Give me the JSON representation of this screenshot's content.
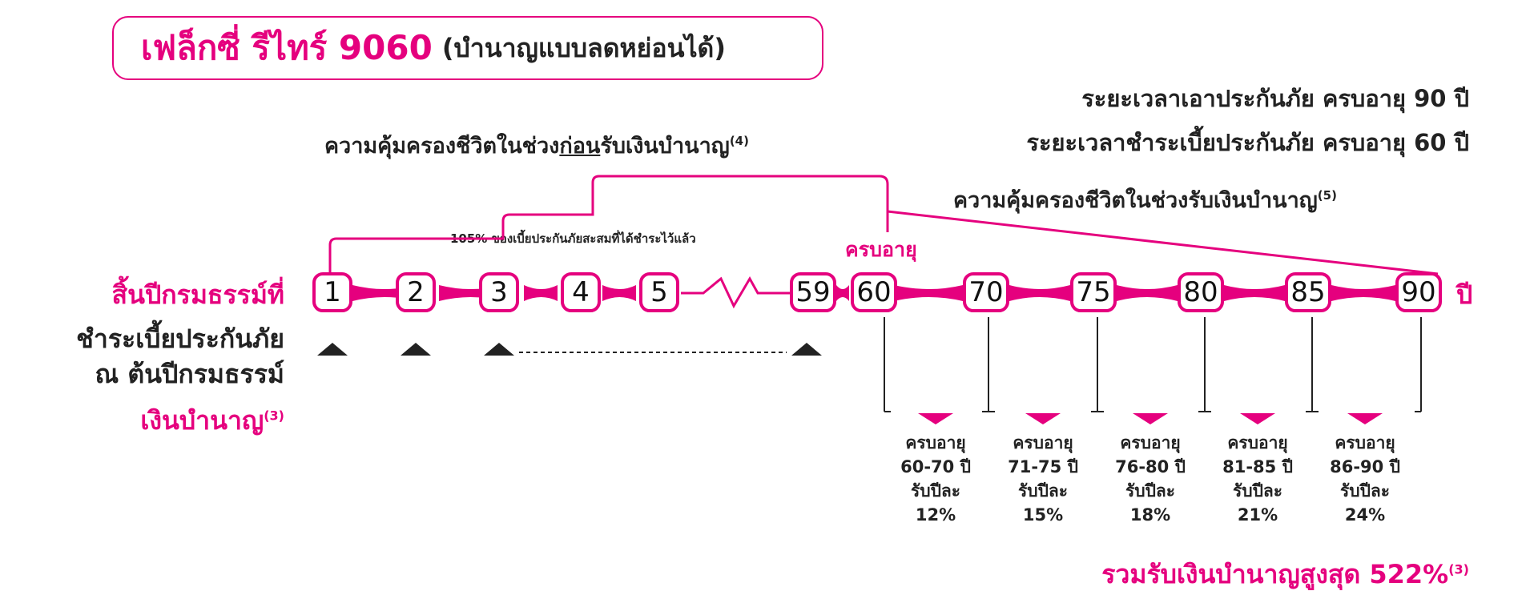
{
  "title": {
    "main": "เฟล็กซี่ รีไทร์ 9060",
    "sub": "(บำนาญแบบลดหย่อนได้)"
  },
  "info": {
    "coverage_period": "ระยะเวลาเอาประกันภัย  ครบอายุ 90 ปี",
    "payment_period": "ระยะเวลาชำระเบี้ยประกันภัย  ครบอายุ 60 ปี"
  },
  "coverage_before": {
    "pre": "ความคุ้มครองชีวิตในช่วง",
    "underlined": "ก่อน",
    "post": "รับเงินบำนาญ",
    "ref": "(4)"
  },
  "coverage_during": {
    "text": "ความคุ้มครองชีวิตในช่วงรับเงินบำนาญ",
    "ref": "(5)"
  },
  "premium_note": "105% ของเบี้ยประกันภัยสะสมที่ได้ชำระไว้แล้ว",
  "age_tag": "ครบอายุ",
  "left_labels": {
    "end_year": "สิ้นปีกรมธรรม์ที่",
    "premium_line1": "ชำระเบี้ยประกันภัย",
    "premium_line2": "ณ ต้นปีกรมธรรม์",
    "annuity": "เงินบำนาญ",
    "annuity_ref": "(3)"
  },
  "year_unit": "ปี",
  "timeline": {
    "nodes": [
      "1",
      "2",
      "3",
      "4",
      "5",
      "59",
      "60",
      "70",
      "75",
      "80",
      "85",
      "90"
    ]
  },
  "annuity_payouts": [
    {
      "age_label": "ครบอายุ",
      "range": "60-70 ปี",
      "recv": "รับปีละ",
      "pct": "12%"
    },
    {
      "age_label": "ครบอายุ",
      "range": "71-75 ปี",
      "recv": "รับปีละ",
      "pct": "15%"
    },
    {
      "age_label": "ครบอายุ",
      "range": "76-80 ปี",
      "recv": "รับปีละ",
      "pct": "18%"
    },
    {
      "age_label": "ครบอายุ",
      "range": "81-85 ปี",
      "recv": "รับปีละ",
      "pct": "21%"
    },
    {
      "age_label": "ครบอายุ",
      "range": "86-90 ปี",
      "recv": "รับปีละ",
      "pct": "24%"
    }
  ],
  "total": {
    "text": "รวมรับเงินบำนาญสูงสุด 522%",
    "ref": "(3)"
  },
  "colors": {
    "accent": "#e5007e",
    "text": "#222222"
  }
}
